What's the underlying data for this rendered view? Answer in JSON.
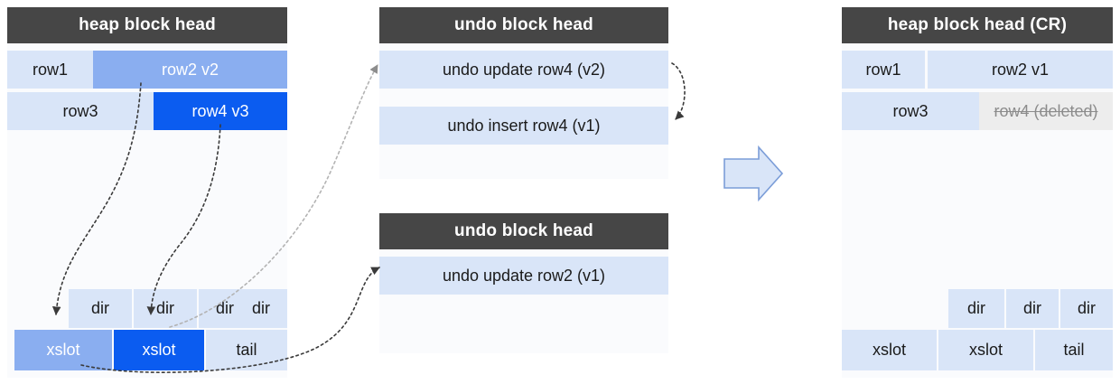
{
  "diagram": {
    "title": "MVCC heap block with undo blocks and consistent read reconstruction",
    "colors": {
      "header_bg": "#464646",
      "header_text": "#ffffff",
      "cell_light_blue": "#d9e5f8",
      "cell_mid_blue": "#8aaef0",
      "cell_strong_blue": "#0b5cf0",
      "cell_deleted_grey": "#ededed",
      "panel_bg": "#fafbfd",
      "arrow_fill": "#d9e5f8",
      "arrow_stroke": "#7b9dd8",
      "dashed_line": "#3a3a3a",
      "dashed_line_light": "#b8b8b8"
    }
  },
  "heap_block": {
    "header": "heap block head",
    "rows": [
      {
        "cells": [
          {
            "label": "row1",
            "style": "light"
          },
          {
            "label": "row2 v2",
            "style": "mid"
          }
        ]
      },
      {
        "cells": [
          {
            "label": "row3",
            "style": "light"
          },
          {
            "label": "row4 v3",
            "style": "strong"
          }
        ]
      }
    ],
    "dir_row": [
      {
        "label": "dir"
      },
      {
        "label": "dir"
      },
      {
        "label": "dir"
      },
      {
        "label": "dir"
      }
    ],
    "slot_row": [
      {
        "label": "xslot",
        "style": "mid"
      },
      {
        "label": "xslot",
        "style": "strong"
      },
      {
        "label": "tail",
        "style": "light"
      }
    ]
  },
  "undo_block_1": {
    "header": "undo block head",
    "records": [
      {
        "label": "undo update row4 (v2)"
      },
      {
        "label": "undo insert row4 (v1)"
      }
    ]
  },
  "undo_block_2": {
    "header": "undo block head",
    "records": [
      {
        "label": "undo update row2 (v1)"
      }
    ]
  },
  "transform_arrow": {
    "name": "right-arrow",
    "label": ""
  },
  "heap_block_cr": {
    "header": "heap block head (CR)",
    "rows": [
      {
        "cells": [
          {
            "label": "row1",
            "style": "light"
          },
          {
            "label": "row2 v1",
            "style": "light"
          }
        ]
      },
      {
        "cells": [
          {
            "label": "row3",
            "style": "light"
          },
          {
            "label": "row4 (deleted)",
            "style": "deleted"
          }
        ]
      }
    ],
    "dir_row": [
      {
        "label": "dir"
      },
      {
        "label": "dir"
      },
      {
        "label": "dir"
      }
    ],
    "slot_row": [
      {
        "label": "xslot",
        "style": "light"
      },
      {
        "label": "xslot",
        "style": "light"
      },
      {
        "label": "tail",
        "style": "light"
      }
    ]
  }
}
